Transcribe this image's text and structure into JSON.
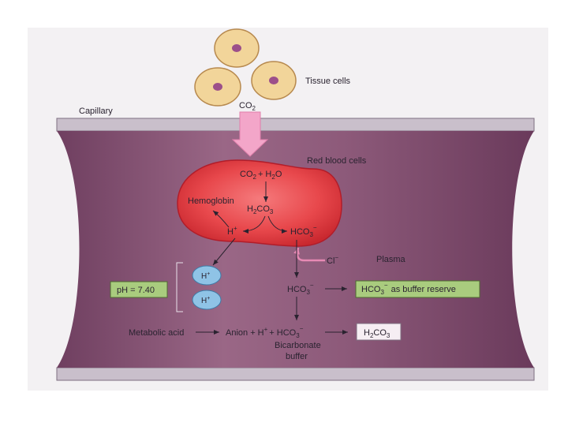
{
  "labels": {
    "tissue_cells": "Tissue cells",
    "capillary": "Capillary",
    "co2": "CO",
    "co2_sub": "2",
    "red_blood_cells": "Red blood cells",
    "rbc_co2": "CO",
    "rbc_co2_sub": "2",
    "rbc_plus_h2o": "+ H",
    "rbc_h2o_sub": "2",
    "rbc_h2o_o": "O",
    "hemoglobin": "Hemoglobin",
    "h2co3_a": "H",
    "h2co3_sub1": "2",
    "h2co3_b": "CO",
    "h2co3_sub2": "3",
    "h_plus": "H",
    "plus_sup": "+",
    "hco3": "HCO",
    "hco3_sub": "3",
    "minus_sup": "−",
    "cl": "Cl",
    "plasma": "Plasma",
    "ph_box": "pH = 7.40",
    "hplus_1": "H",
    "hplus_2": "H",
    "plasma_hco3": "HCO",
    "plasma_hco3_sub": "3",
    "reserve_hco3": "HCO",
    "reserve_sub": "3",
    "reserve_text": "as buffer reserve",
    "metabolic_acid": "Metabolic acid",
    "anion_eq": "Anion + H",
    "anion_eq_mid": "+ HCO",
    "anion_eq_sub": "3",
    "result_h2co3_a": "H",
    "result_sub1": "2",
    "result_h2co3_b": "CO",
    "result_sub2": "3",
    "bicarbonate": "Bicarbonate",
    "buffer": "buffer"
  },
  "colors": {
    "vessel_purple": "#8b5576",
    "vessel_wall": "#c9bfcb",
    "rbc_red": "#e8484c",
    "tissue_cell": "#f2d59a",
    "nucleus": "#9c4f8a",
    "arrow_pink": "#f3a6c9",
    "green_box": "#a9cc7e",
    "h_ion_blue": "#8fc3e6"
  }
}
